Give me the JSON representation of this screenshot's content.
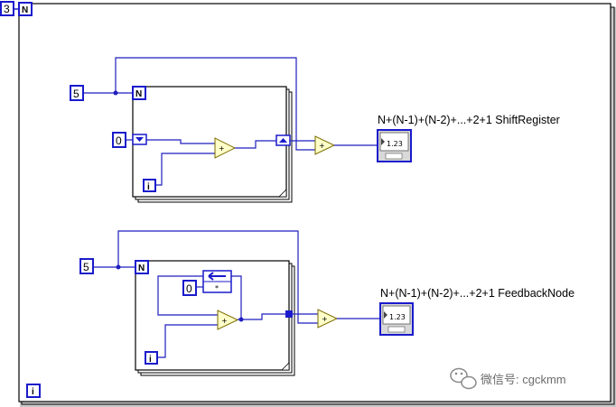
{
  "outer_loop": {
    "count_value": "3",
    "count_terminal": "N",
    "iteration_terminal": "i"
  },
  "shift_register_loop": {
    "count_const": "5",
    "count_terminal": "N",
    "init_const": "0",
    "iteration_terminal": "i",
    "add_symbol": "+",
    "indicator_label": "N+(N-1)+(N-2)+...+2+1 ShiftRegister",
    "indicator_text": "1.23"
  },
  "feedback_node_loop": {
    "count_const": "5",
    "count_terminal": "N",
    "init_const": "0",
    "iteration_terminal": "i",
    "add_symbol": "+",
    "indicator_label": "N+(N-1)+(N-2)+...+2+1 FeedbackNode",
    "indicator_text": "1.23"
  },
  "watermark": {
    "text": "微信号: cgckmm",
    "icon": "wechat-icon"
  },
  "colors": {
    "wire": "#1f1fbf",
    "terminal": "#1a1acc",
    "structure": "#000000"
  }
}
